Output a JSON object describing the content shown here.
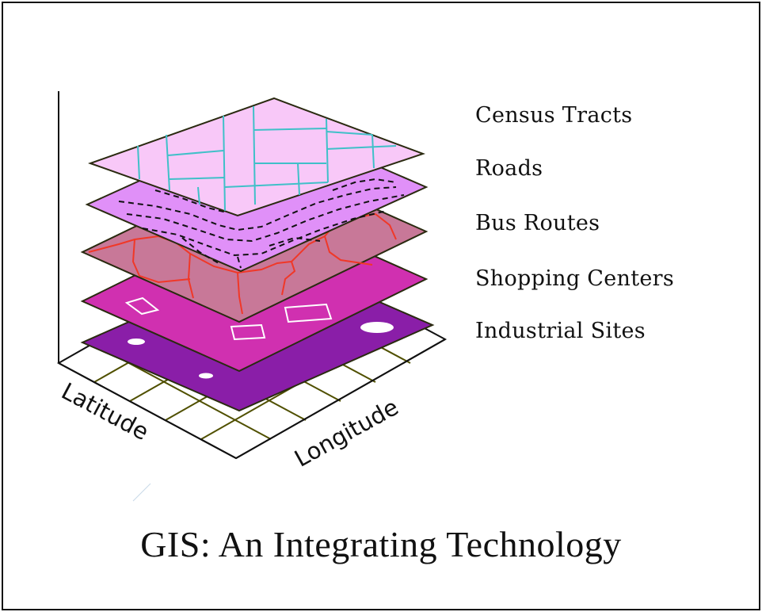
{
  "layers": [
    {
      "id": "census",
      "label": "Census Tracts",
      "fill": "#f8c8f8",
      "line": "#40c0c8"
    },
    {
      "id": "roads",
      "label": "Roads",
      "fill": "#e090f8",
      "line": "#111111"
    },
    {
      "id": "bus",
      "label": "Bus Routes",
      "fill": "#c87898",
      "line": "#f03828"
    },
    {
      "id": "shopping",
      "label": "Shopping Centers",
      "fill": "#d030b0",
      "line": "#ffffff"
    },
    {
      "id": "industrial",
      "label": "Industrial Sites",
      "fill": "#8a1ea8",
      "line": "#ffffff"
    }
  ],
  "axes": {
    "latitude": "Latitude",
    "longitude": "Longitude"
  },
  "colors": {
    "grid": "#505000",
    "outline": "#111111"
  },
  "title": "GIS: An Integrating Technology"
}
